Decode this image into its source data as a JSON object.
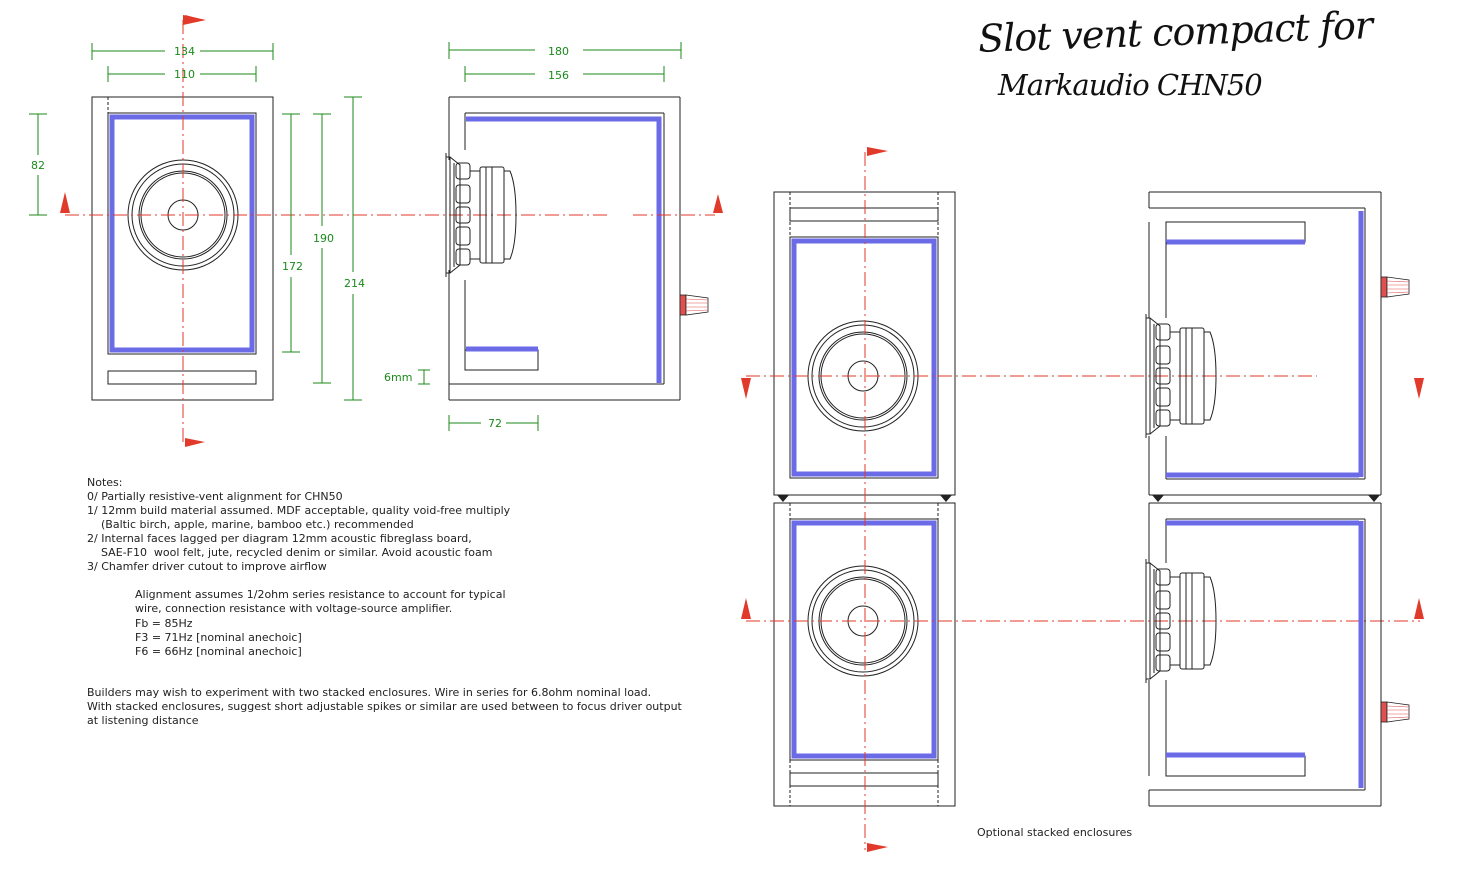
{
  "title": {
    "line1": "Slot vent compact for",
    "line2": "Markaudio CHN50"
  },
  "dimensions": {
    "front_outer_width": "134",
    "front_inner_width": "110",
    "driver_height": "82",
    "height_172": "172",
    "height_190": "190",
    "height_214": "214",
    "side_outer_depth": "180",
    "side_inner_depth": "156",
    "slot_height": "6mm",
    "slot_depth": "72"
  },
  "notes": {
    "heading": "Notes:",
    "items": [
      "0/ Partially resistive-vent alignment for  CHN50",
      "1/ 12mm build material assumed. MDF acceptable, quality void-free multiply",
      "    (Baltic birch, apple, marine, bamboo etc.) recommended",
      "2/ Internal faces lagged per diagram 12mm acoustic fibreglass board,",
      "    SAE-F10  wool felt, jute, recycled denim or similar. Avoid acoustic foam",
      "3/ Chamfer driver cutout to improve airflow"
    ]
  },
  "alignment": {
    "lines": [
      "Alignment assumes 1/2ohm series resistance to account for typical",
      "wire, connection resistance with voltage-source amplifier.",
      "Fb = 85Hz",
      "F3 = 71Hz [nominal anechoic]",
      "F6 = 66Hz [nominal anechoic]"
    ]
  },
  "builders": {
    "lines": [
      "Builders may wish to experiment with two stacked enclosures. Wire in series for 6.8ohm nominal  load.",
      "With stacked enclosures, suggest short adjustable spikes or similar are used between to focus driver output",
      "at listening distance"
    ]
  },
  "stacked_caption": "Optional stacked enclosures",
  "colors": {
    "lagging": "#6b6be8",
    "axis": "#e23a2a",
    "dimension": "#1a8a1a",
    "terminal": "#e05050"
  }
}
